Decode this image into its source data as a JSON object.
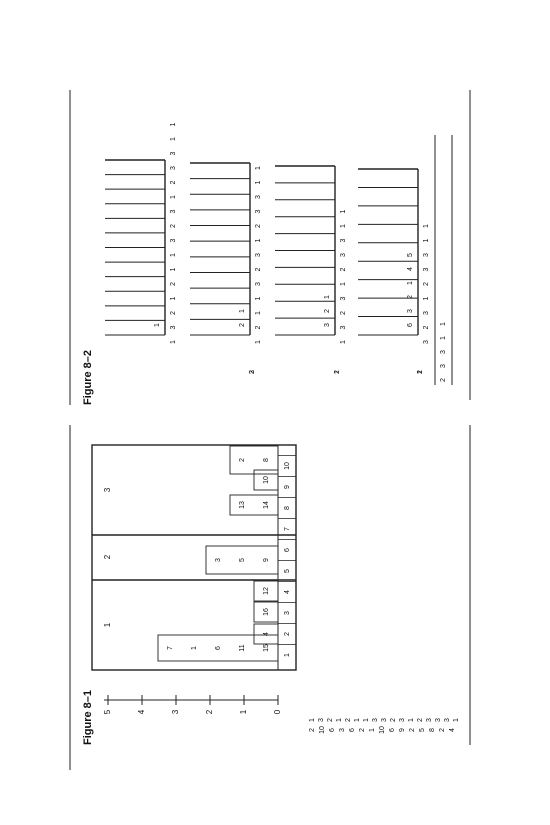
{
  "figure_1": {
    "title": "Figure 8–1",
    "y_ticks": [
      "0",
      "1",
      "2",
      "3",
      "4",
      "5"
    ],
    "x_labels": [
      "1",
      "2",
      "3",
      "4",
      "5",
      "6",
      "7",
      "8",
      "9",
      "10"
    ],
    "big_labels": [
      "1",
      "2",
      "3"
    ],
    "column_labels": [
      [
        "15",
        "11",
        "6",
        "1",
        "7"
      ],
      [
        "4"
      ],
      [
        "16"
      ],
      [
        "12"
      ],
      [
        "9",
        "5",
        "3"
      ],
      [
        "14",
        "13"
      ],
      [
        "10"
      ],
      [
        "8",
        "2"
      ]
    ],
    "sequence": [
      "2",
      "10",
      "6",
      "3",
      "6",
      "2",
      "1",
      "10",
      "6",
      "9",
      "2",
      "5",
      "8",
      "2",
      "4"
    ],
    "sequence_2": [
      "1",
      "3",
      "2",
      "1",
      "2",
      "1",
      "1",
      "3",
      "3",
      "2",
      "3",
      "1",
      "2",
      "3",
      "3",
      "3",
      "1"
    ]
  },
  "figure_2": {
    "title": "Figure 8–2",
    "stages": [
      {
        "top_row": [
          "1",
          "3",
          "2",
          "1",
          "2",
          "1",
          "1",
          "3",
          "2",
          "3",
          "1",
          "2",
          "3",
          "3",
          "1",
          "1"
        ],
        "inner": [
          "1"
        ],
        "left": []
      },
      {
        "top_row": [
          "1",
          "2",
          "1",
          "1",
          "3",
          "2",
          "3",
          "1",
          "2",
          "3",
          "3",
          "1",
          "1"
        ],
        "inner": [
          "2",
          "1"
        ],
        "left": [
          "3",
          "2"
        ]
      },
      {
        "top_row": [
          "1",
          "3",
          "2",
          "3",
          "1",
          "2",
          "3",
          "3",
          "1",
          "1"
        ],
        "inner": [
          "3",
          "2",
          "1"
        ],
        "left": [
          "1",
          "2"
        ]
      },
      {
        "top_row": [
          "3",
          "2",
          "3",
          "1",
          "2",
          "3",
          "3",
          "1",
          "1"
        ],
        "inner": [
          "6",
          "3",
          "2",
          "1",
          "4",
          "5"
        ],
        "left": [
          "2",
          "1",
          "1"
        ]
      }
    ],
    "final": [
      "2",
      "3",
      "3",
      "1",
      "1"
    ]
  }
}
